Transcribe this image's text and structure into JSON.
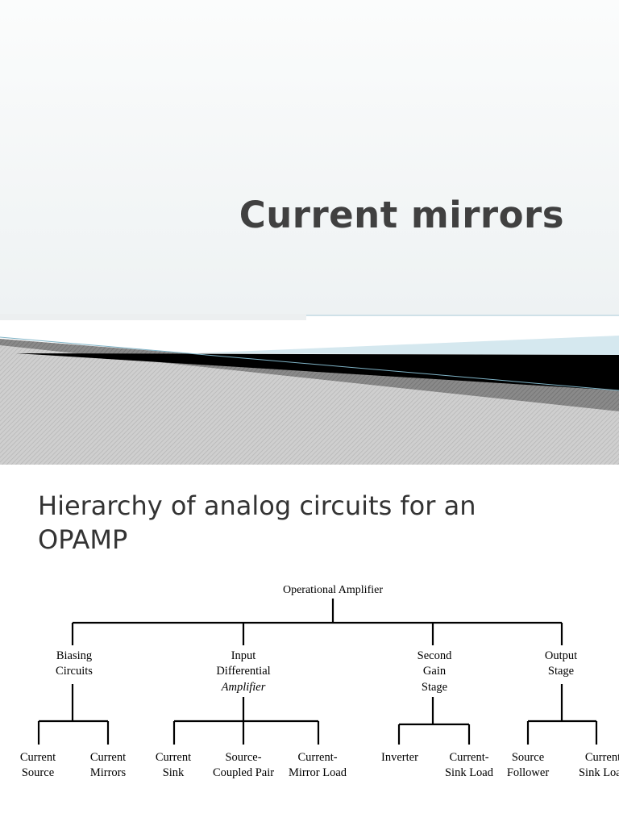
{
  "slide1": {
    "title": "Current mirrors",
    "colors": {
      "band_blue": "#d5e8ef",
      "band_black": "#000000",
      "band_gray": "#c8c8c8"
    }
  },
  "slide2": {
    "title_line1": "Hierarchy of analog circuits for an",
    "title_line2": "OPAMP",
    "tree": {
      "root": "Operational Amplifier",
      "level1": [
        {
          "lines": [
            "Biasing",
            "Circuits"
          ]
        },
        {
          "lines": [
            "Input",
            "Differential",
            "Amplifier"
          ]
        },
        {
          "lines": [
            "Second",
            "Gain",
            "Stage"
          ]
        },
        {
          "lines": [
            "Output",
            "Stage"
          ]
        }
      ],
      "level2": [
        {
          "lines": [
            "Current",
            "Source"
          ]
        },
        {
          "lines": [
            "Current",
            "Mirrors"
          ]
        },
        {
          "lines": [
            "Current",
            "Sink"
          ]
        },
        {
          "lines": [
            "Source-",
            "Coupled Pair"
          ]
        },
        {
          "lines": [
            "Current-",
            "Mirror Load"
          ]
        },
        {
          "lines": [
            "Inverter"
          ]
        },
        {
          "lines": [
            "Current-",
            "Sink Load"
          ]
        },
        {
          "lines": [
            "Source",
            "Follower"
          ]
        },
        {
          "lines": [
            "Current",
            "Sink Load"
          ]
        }
      ]
    }
  }
}
